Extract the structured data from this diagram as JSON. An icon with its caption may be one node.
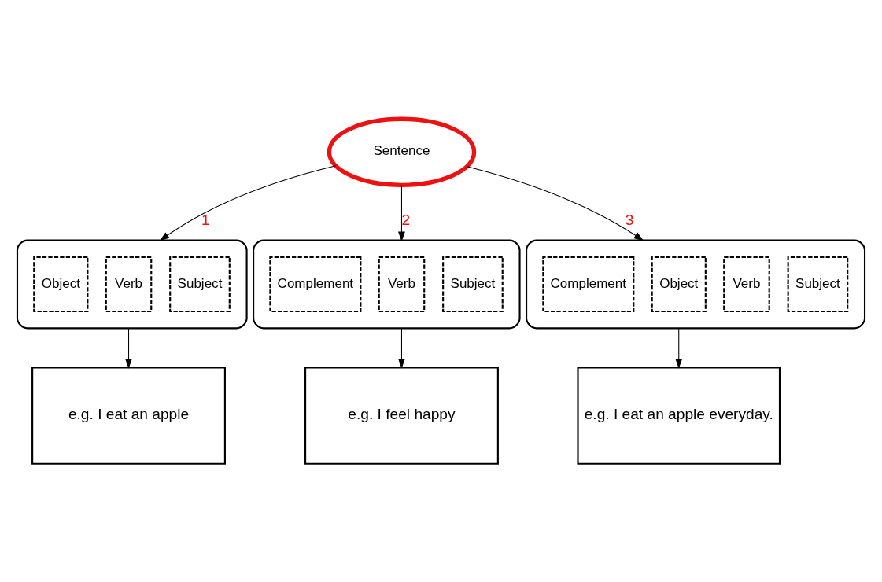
{
  "diagram": {
    "nodes": [
      {
        "text": [
          "Sentence"
        ]
      },
      {
        "text": [],
        "shape": "box"
      },
      {
        "text": [
          "Subject"
        ],
        "in": 1
      },
      {
        "text": [
          "Verb"
        ],
        "in": 1
      },
      {
        "text": [
          "Object"
        ],
        "in": 1
      },
      {
        "text": [],
        "shape": "box"
      },
      {
        "text": [
          "Subject"
        ],
        "in": 5
      },
      {
        "text": [
          "Verb"
        ],
        "in": 5
      },
      {
        "text": [
          "Complement"
        ],
        "in": 5
      },
      {
        "text": [],
        "shape": "box"
      },
      {
        "text": [
          "Subject"
        ],
        "in": 9
      },
      {
        "text": [
          "Verb"
        ],
        "in": 9
      },
      {
        "text": [
          "Object"
        ],
        "in": 9
      },
      {
        "text": [
          "Complement"
        ],
        "in": 9
      },
      {
        "text": [
          "e.g. I eat an apple"
        ]
      },
      {
        "text": [
          "e.g. I feel happy"
        ]
      },
      {
        "text": [
          "e.g. I eat an apple everyday."
        ]
      }
    ],
    "edges": [
      {
        "from": 0,
        "to": 1,
        "arrow": "to",
        "label": "1"
      },
      {
        "from": 0,
        "to": 5,
        "arrow": "to",
        "label": "2"
      },
      {
        "from": 0,
        "to": 9,
        "arrow": "to",
        "label": "3"
      },
      {
        "from": 1,
        "to": 14,
        "arrow": "to"
      },
      {
        "from": 5,
        "to": 15,
        "arrow": "to"
      },
      {
        "from": 9,
        "to": 16,
        "arrow": "to"
      }
    ]
  }
}
